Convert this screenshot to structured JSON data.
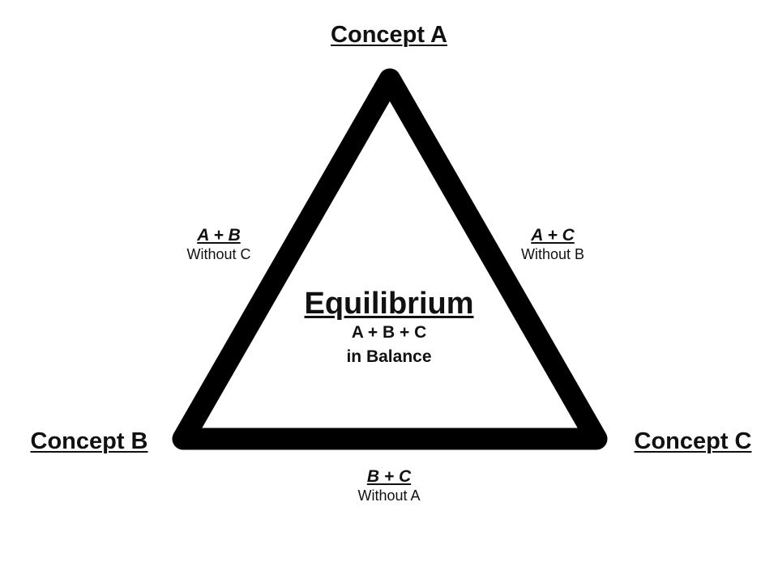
{
  "vertices": {
    "a": "Concept A",
    "b": "Concept B",
    "c": "Concept C"
  },
  "edges": {
    "ab": {
      "title": "A + B",
      "subtitle": "Without C"
    },
    "ac": {
      "title": "A + C",
      "subtitle": "Without B"
    },
    "bc": {
      "title": "B + C",
      "subtitle": "Without A"
    }
  },
  "center": {
    "title": "Equilibrium",
    "line1": "A + B + C",
    "line2": "in Balance"
  },
  "colors": {
    "stroke": "#000000",
    "text": "#111111",
    "background": "#ffffff"
  }
}
